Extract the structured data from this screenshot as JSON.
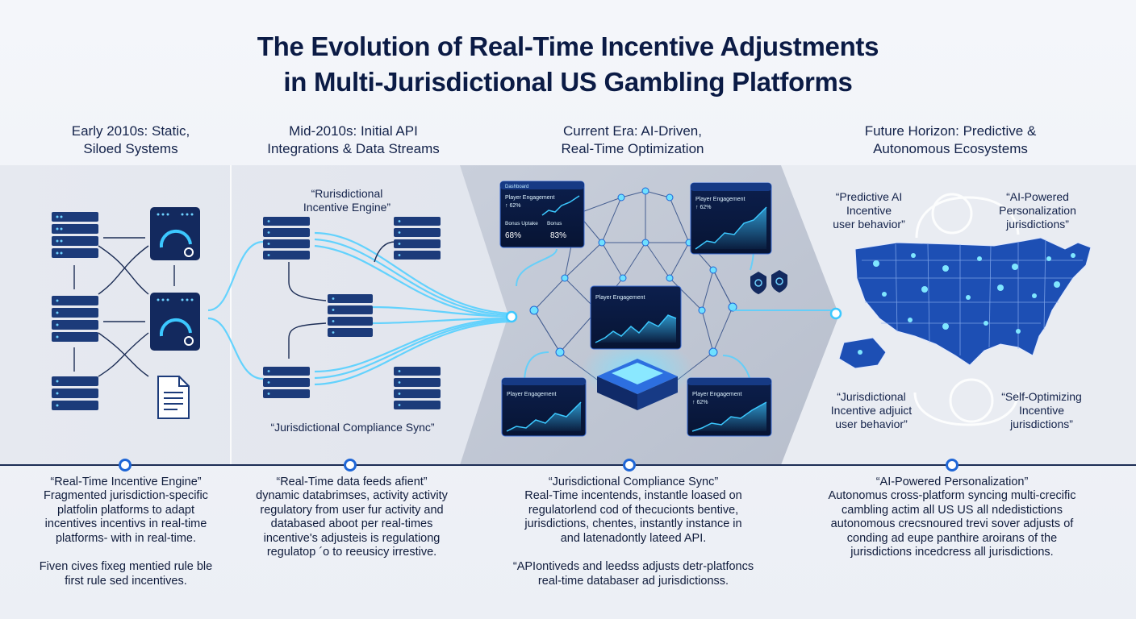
{
  "title": {
    "line1": "The Evolution of Real-Time Incentive Adjustments",
    "line2": "in Multi-Jurisdictional US Gambling Platforms"
  },
  "eras": [
    {
      "line1": "Early 2010s: Static,",
      "line2": "Siloed Systems"
    },
    {
      "line1": "Mid-2010s: Initial API",
      "line2": "Integrations & Data Streams"
    },
    {
      "line1": "Current Era: AI-Driven,",
      "line2": "Real-Time Optimization"
    },
    {
      "line1": "Future Horizon: Predictive &",
      "line2": "Autonomous Ecosystems"
    }
  ],
  "panel2_labels": {
    "top_line1": "“Rurisdictional",
    "top_line2": "Incentive Engine”",
    "bottom": "“Jurisdictional Compliance Sync”"
  },
  "screens": {
    "tl_title": "Player Engagement",
    "tl_value": "↑ 62%",
    "tl_sub1": "Bonus Uptake",
    "tl_sub2": "Bonus",
    "tl_pct1": "68%",
    "tl_pct2": "83%",
    "tl_header": "Dashboard",
    "center_title": "Player Engagement",
    "right_title": "Player Engagement",
    "right_value": "↑ 62%",
    "bl_title": "Player Engagement",
    "br_title": "Player Engagement",
    "br_value": "↑ 62%"
  },
  "panel4_labels": {
    "tl_line1": "“Predictive AI",
    "tl_line2": "Incentive",
    "tl_line3": "user behavior”",
    "tr_line1": "“AI-Powered",
    "tr_line2": "Personalization",
    "tr_line3": "jurisdictions”",
    "bl_line1": "“Jurisdictional",
    "bl_line2": "Incentive adjuict",
    "bl_line3": "user behavior”",
    "br_line1": "“Self-Optimizing",
    "br_line2": "Incentive",
    "br_line3": "jurisdictions”"
  },
  "descriptions": [
    {
      "heading": "“Real-Time Incentive Engine”",
      "lines": [
        "Fragmented jurisdiction-specific",
        "platfolin platforms to adapt",
        "incentives incentivs in real-time",
        "platforms- with in real-time."
      ],
      "note": [
        "Fiven cives fixeg mentied rule ble",
        "first rule sed incentives."
      ]
    },
    {
      "heading": "“Real-Time data feeds afient”",
      "lines": [
        "dynamic databrimses, activity activity",
        "regulatory from user fur activity and",
        "databased aboot per real-times",
        "incentive's adjusteis is regulationg",
        "regulatop ´o to reeusicy irrestive."
      ],
      "note": []
    },
    {
      "heading": "“Jurisdictional Compliance Sync”",
      "lines": [
        "Real-Time incentends, instantle loased on",
        "regulatorlend cod of thecucionts bentive,",
        "jurisdictions, chentes, instantly instance in",
        "and latenadontly lateed API."
      ],
      "note": [
        "“APIontiveds and leedss adjusts detr-platfoncs",
        "real-time databaser ad jurisdictionss."
      ]
    },
    {
      "heading": "“AI-Powered Personalization”",
      "lines": [
        "Autonomus cross-platform syncing multi-crecific",
        "cambling actim all US US all ndedistictions",
        "autonomous crecsnoured trevi sover adjusts of",
        "conding ad eupe panthire aroirans of the",
        "jurisdictions incedcress all jurisdictions."
      ],
      "note": []
    }
  ],
  "colors": {
    "navy": "#13224a",
    "accent": "#1f66d6",
    "glow": "#3cc8ff",
    "server": "#1c3b7a"
  },
  "icons": [
    "server-rack-icon",
    "gauge-icon",
    "document-icon",
    "neural-network-icon",
    "dashboard-screen-icon",
    "shield-icon",
    "us-map-icon",
    "timeline-dot-icon"
  ]
}
